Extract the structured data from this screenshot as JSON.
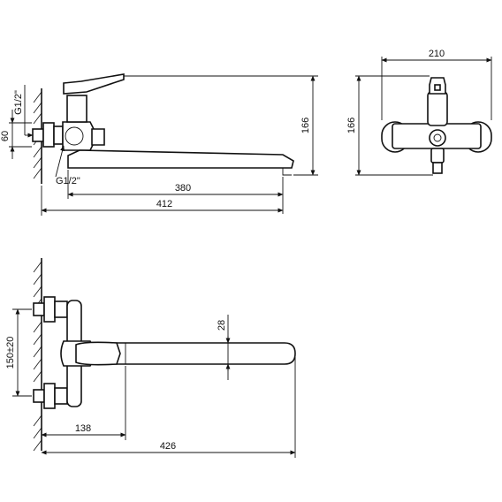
{
  "side_view": {
    "thread_top": "G1/2\"",
    "thread_bottom": "G1/2\"",
    "dim_60": "60",
    "dim_166": "166",
    "dim_380": "380",
    "dim_412": "412"
  },
  "front_view": {
    "dim_210": "210",
    "dim_166": "166"
  },
  "top_view": {
    "dim_150": "150±20",
    "dim_28": "28",
    "dim_138": "138",
    "dim_426": "426"
  }
}
